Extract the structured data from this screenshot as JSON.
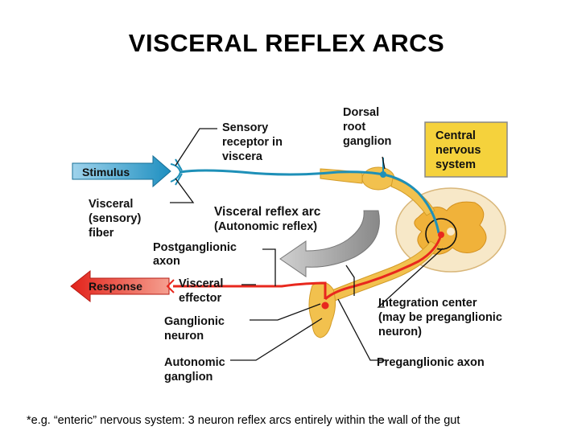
{
  "title": "VISCERAL REFLEX ARCS",
  "labels": {
    "stimulus": "Stimulus",
    "response": "Response",
    "sensory_receptor": [
      "Sensory",
      "receptor in",
      "viscera"
    ],
    "dorsal_root_ganglion": [
      "Dorsal",
      "root",
      "ganglion"
    ],
    "central_nervous_system": [
      "Central",
      "nervous",
      "system"
    ],
    "visceral_sensory_fiber": [
      "Visceral",
      "(sensory)",
      "fiber"
    ],
    "reflex_arc": [
      "Visceral reflex arc",
      "(Autonomic reflex)"
    ],
    "postganglionic_axon": [
      "Postganglionic",
      "axon"
    ],
    "visceral_effector": [
      "Visceral",
      "effector"
    ],
    "integration_center": [
      "Integration center",
      "(may be preganglionic",
      "neuron)"
    ],
    "ganglionic_neuron": [
      "Ganglionic",
      "neuron"
    ],
    "autonomic_ganglion": [
      "Autonomic",
      "ganglion"
    ],
    "preganglionic_axon": "Preganglionic axon"
  },
  "footnote": "*e.g. “enteric” nervous system: 3 neuron reflex arcs entirely within the wall of the gut",
  "colors": {
    "sensory": "#1e90b8",
    "motor": "#e8281e",
    "ganglion": "#f2c14e",
    "cord_outer": "#f7e8c8",
    "cord_inner": "#f0b23a",
    "cns_box": "#f5d23c",
    "arrow_gray": "#9a9a9a"
  }
}
